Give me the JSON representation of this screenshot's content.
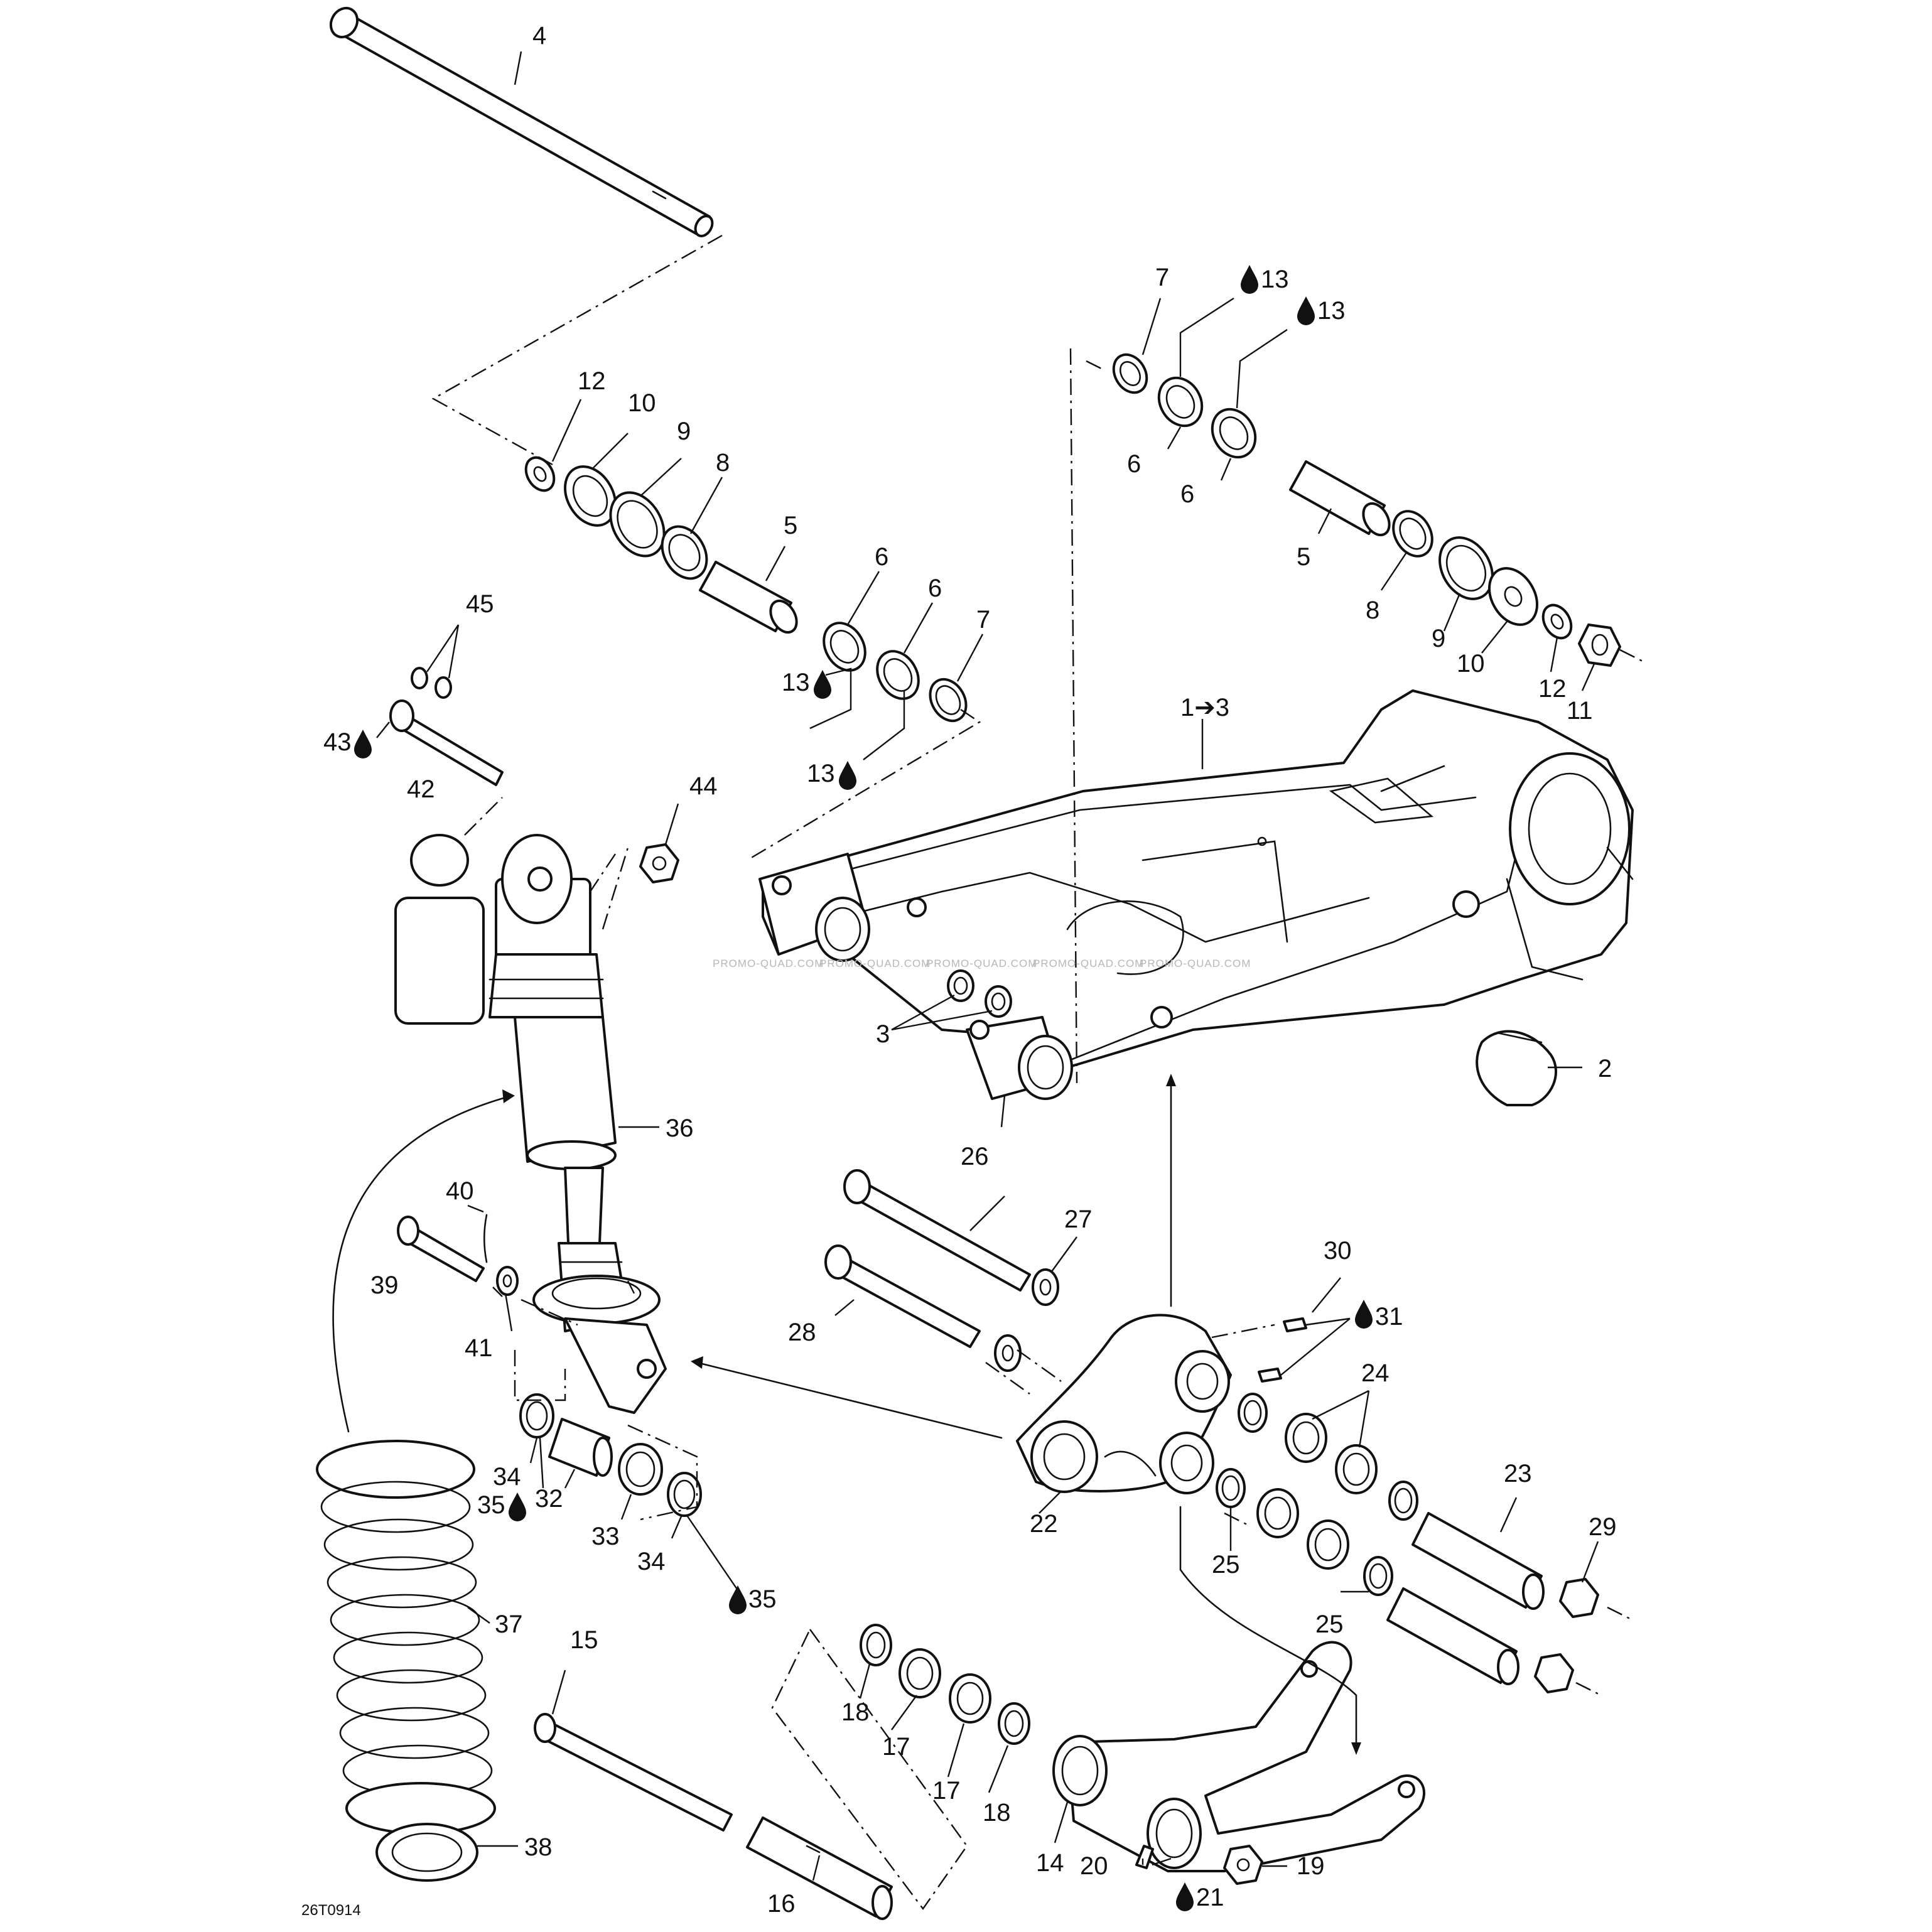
{
  "diagram_code": "26T0914",
  "watermark": "PROMO-QUAD.COM",
  "callouts": {
    "c1_3": "1➔3",
    "c2": "2",
    "c3": "3",
    "c4": "4",
    "c5a": "5",
    "c5b": "5",
    "c6a": "6",
    "c6b": "6",
    "c6c": "6",
    "c6d": "6",
    "c7a": "7",
    "c7b": "7",
    "c8a": "8",
    "c8b": "8",
    "c9a": "9",
    "c9b": "9",
    "c10a": "10",
    "c10b": "10",
    "c11": "11",
    "c12a": "12",
    "c12b": "12",
    "c13a": "13",
    "c13b": "13",
    "c13c": "13",
    "c13d": "13",
    "c14": "14",
    "c15": "15",
    "c16": "16",
    "c17a": "17",
    "c17b": "17",
    "c18a": "18",
    "c18b": "18",
    "c19": "19",
    "c20": "20",
    "c21": "21",
    "c22": "22",
    "c23": "23",
    "c24": "24",
    "c25a": "25",
    "c25b": "25",
    "c26": "26",
    "c27": "27",
    "c28": "28",
    "c29": "29",
    "c30": "30",
    "c31": "31",
    "c32": "32",
    "c33": "33",
    "c34a": "34",
    "c34b": "34",
    "c35a": "35",
    "c35b": "35",
    "c36": "36",
    "c37": "37",
    "c38": "38",
    "c39": "39",
    "c40": "40",
    "c41": "41",
    "c42": "42",
    "c43": "43",
    "c44": "44",
    "c45": "45"
  }
}
